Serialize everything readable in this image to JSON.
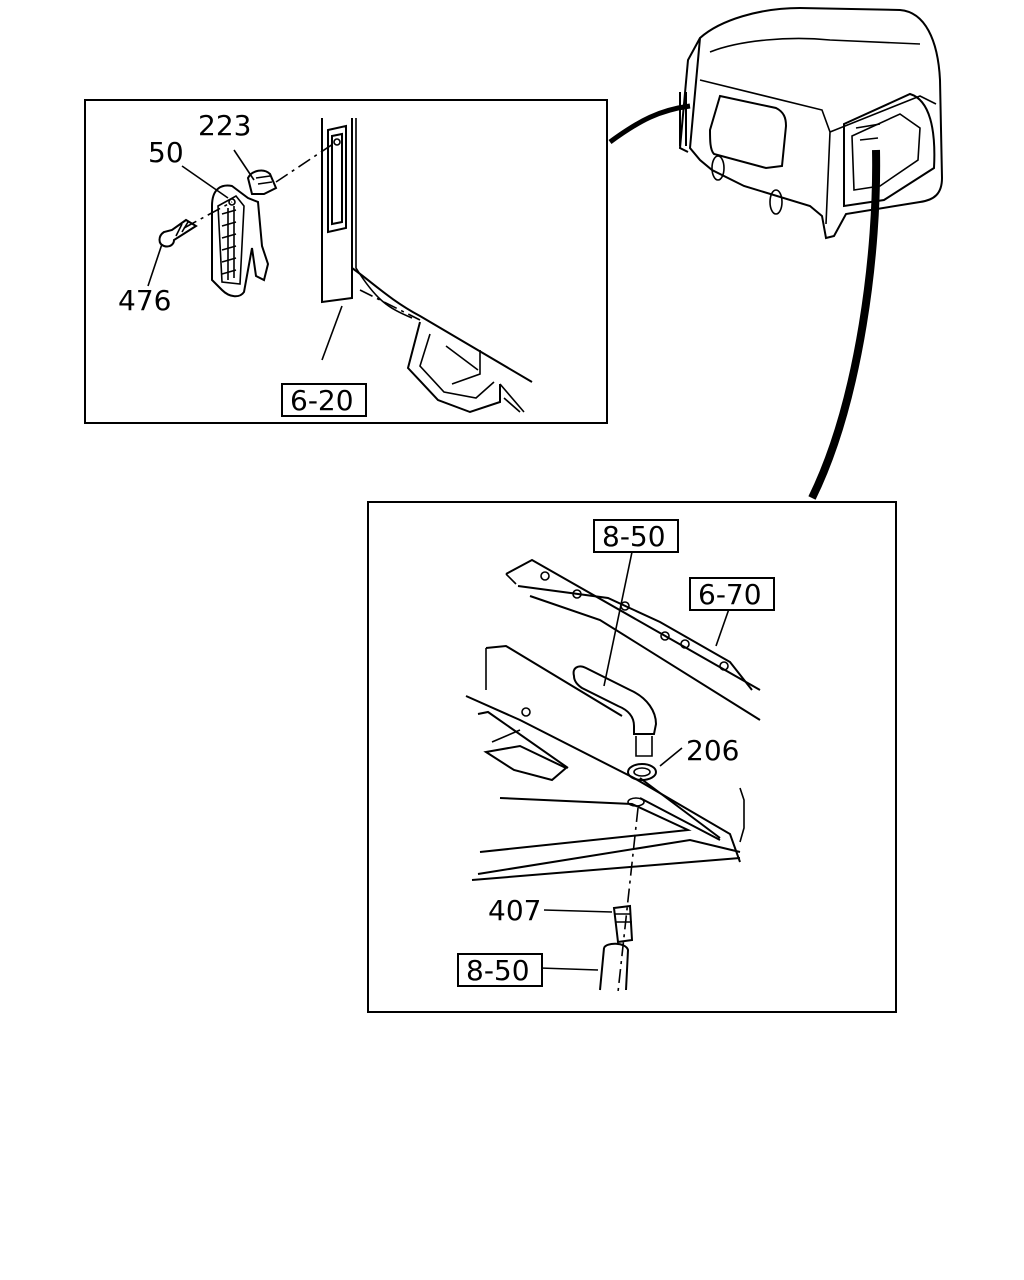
{
  "labels": {
    "part_223": "223",
    "part_50": "50",
    "part_476": "476",
    "ref_6_20": "6-20",
    "ref_8_50_top": "8-50",
    "ref_6_70": "6-70",
    "part_206": "206",
    "part_407": "407",
    "ref_8_50_bottom": "8-50"
  },
  "colors": {
    "line": "#000000",
    "background": "#ffffff"
  }
}
